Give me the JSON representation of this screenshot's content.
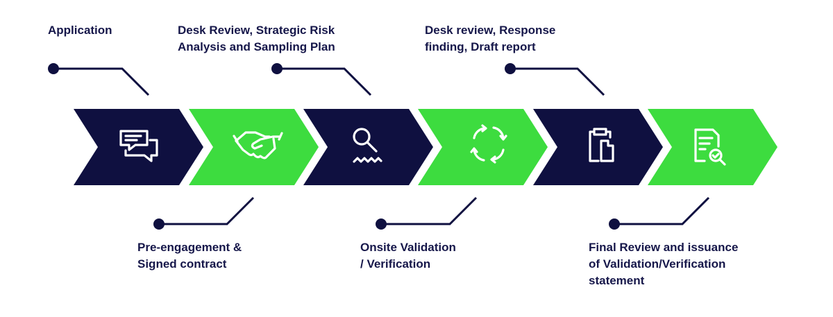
{
  "colors": {
    "navy": "#0f1040",
    "green": "#3ddc3f",
    "text": "#16174a"
  },
  "steps": [
    {
      "label": "Application",
      "icon": "chat-bubbles-icon",
      "color": "navy"
    },
    {
      "label": "Pre-engagement &\nSigned contract",
      "icon": "handshake-icon",
      "color": "green"
    },
    {
      "label": "Desk Review, Strategic Risk\nAnalysis and Sampling Plan",
      "icon": "magnifier-icon",
      "color": "navy"
    },
    {
      "label": "Onsite Validation\n/ Verification",
      "icon": "refresh-cycle-icon",
      "color": "green"
    },
    {
      "label": "Desk review, Response\nfinding, Draft report",
      "icon": "clipboard-icon",
      "color": "navy"
    },
    {
      "label": "Final Review and issuance\nof Validation/Verification\nstatement",
      "icon": "document-check-icon",
      "color": "green"
    }
  ]
}
